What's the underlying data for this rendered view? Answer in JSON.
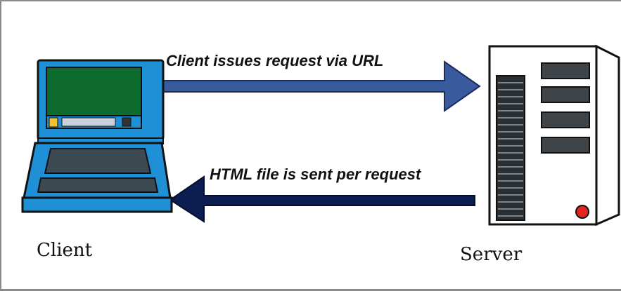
{
  "diagram": {
    "request_label": "Client issues request via URL",
    "response_label": "HTML file is sent per request",
    "client_caption": "Client",
    "server_caption": "Server"
  },
  "colors": {
    "request_arrow": "#3a5a9e",
    "response_arrow": "#0c1d52",
    "laptop_body": "#1f8fd6",
    "laptop_screen": "#0d6b2e",
    "server_body": "#ffffff",
    "server_led": "#e0261e"
  },
  "icons": {
    "client": "laptop-icon",
    "server": "server-tower-icon"
  }
}
